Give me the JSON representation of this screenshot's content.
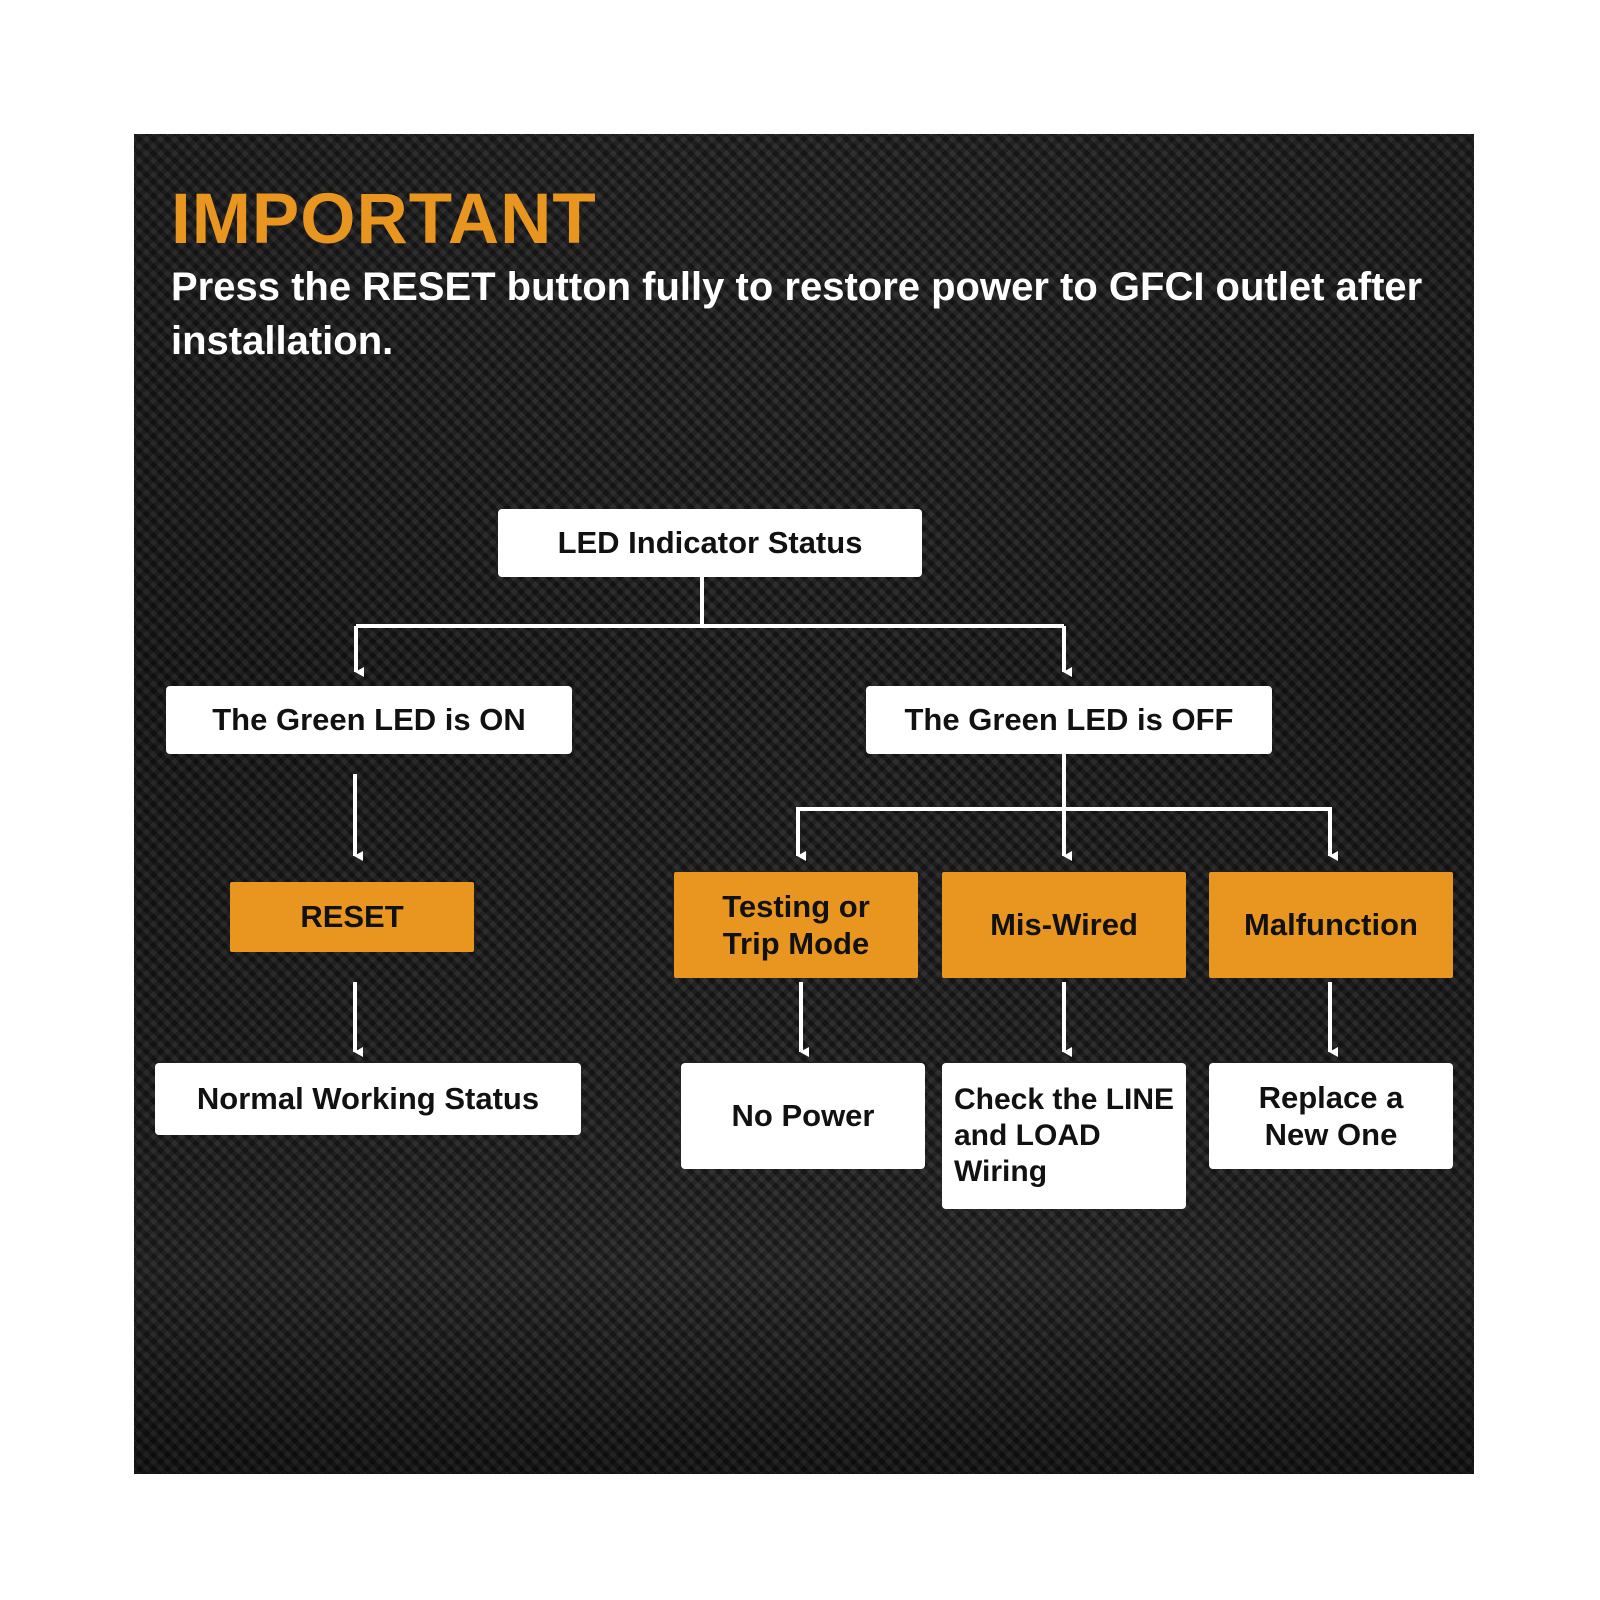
{
  "header": {
    "title": "IMPORTANT",
    "subtitle": "Press the RESET button fully to restore power to GFCI outlet after installation."
  },
  "flowchart": {
    "root": "LED Indicator Status",
    "on_branch": {
      "status": "The Green LED is ON",
      "action": "RESET",
      "result": "Normal Working Status"
    },
    "off_branch": {
      "status": "The Green LED is OFF",
      "causes": [
        {
          "cause": "Testing or Trip Mode",
          "result": "No Power"
        },
        {
          "cause": "Mis-Wired",
          "result": "Check the LINE and LOAD Wiring"
        },
        {
          "cause": "Malfunction",
          "result": "Replace a New One"
        }
      ]
    }
  },
  "colors": {
    "accent": "#e8961f",
    "box": "#ffffff",
    "background": "#1c1c1c",
    "connector": "#ffffff"
  }
}
